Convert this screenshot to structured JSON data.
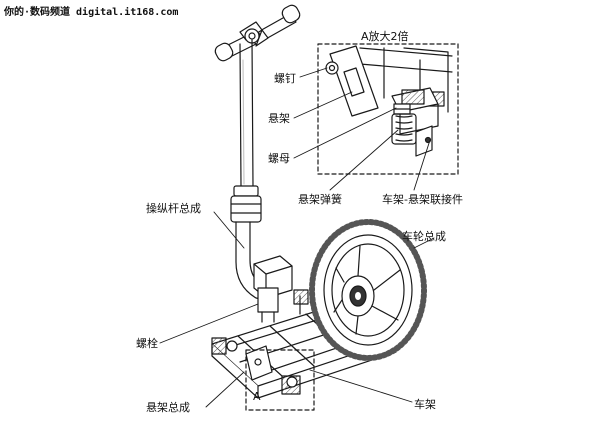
{
  "watermark": "你的·数码频道 digital.it168.com",
  "inset": {
    "caption": "A放大2倍",
    "labels": {
      "screw": "螺钉",
      "bracket": "悬架",
      "nut": "螺母",
      "spring": "悬架弹簧",
      "connector": "车架-悬架联接件"
    }
  },
  "labels": {
    "handle": "操纵杆总成",
    "wheel": "车轮总成",
    "bolt": "螺栓",
    "suspension": "悬架总成",
    "frame": "车架",
    "region_a": "A"
  },
  "colors": {
    "ink": "#1a1a1a",
    "hatch": "#555555",
    "paper": "#ffffff"
  }
}
